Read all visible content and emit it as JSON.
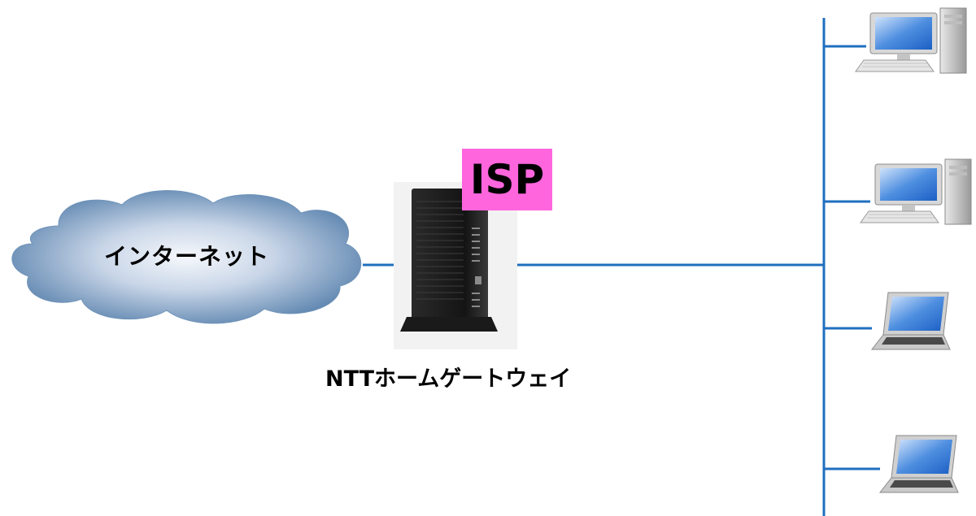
{
  "cloud": {
    "label": "インターネット"
  },
  "gateway": {
    "label": "NTTホームゲートウェイ"
  },
  "isp": {
    "label": "ISP",
    "color": "#ff66dd"
  },
  "colors": {
    "line": "#1f6fbf",
    "cloud_edge": "#5b83ad",
    "cloud_center": "#f4f6fb"
  },
  "devices": [
    {
      "type": "desktop-pc",
      "icon": "desktop-computer-icon"
    },
    {
      "type": "desktop-pc",
      "icon": "desktop-computer-icon"
    },
    {
      "type": "laptop",
      "icon": "laptop-icon"
    },
    {
      "type": "laptop",
      "icon": "laptop-icon"
    }
  ]
}
